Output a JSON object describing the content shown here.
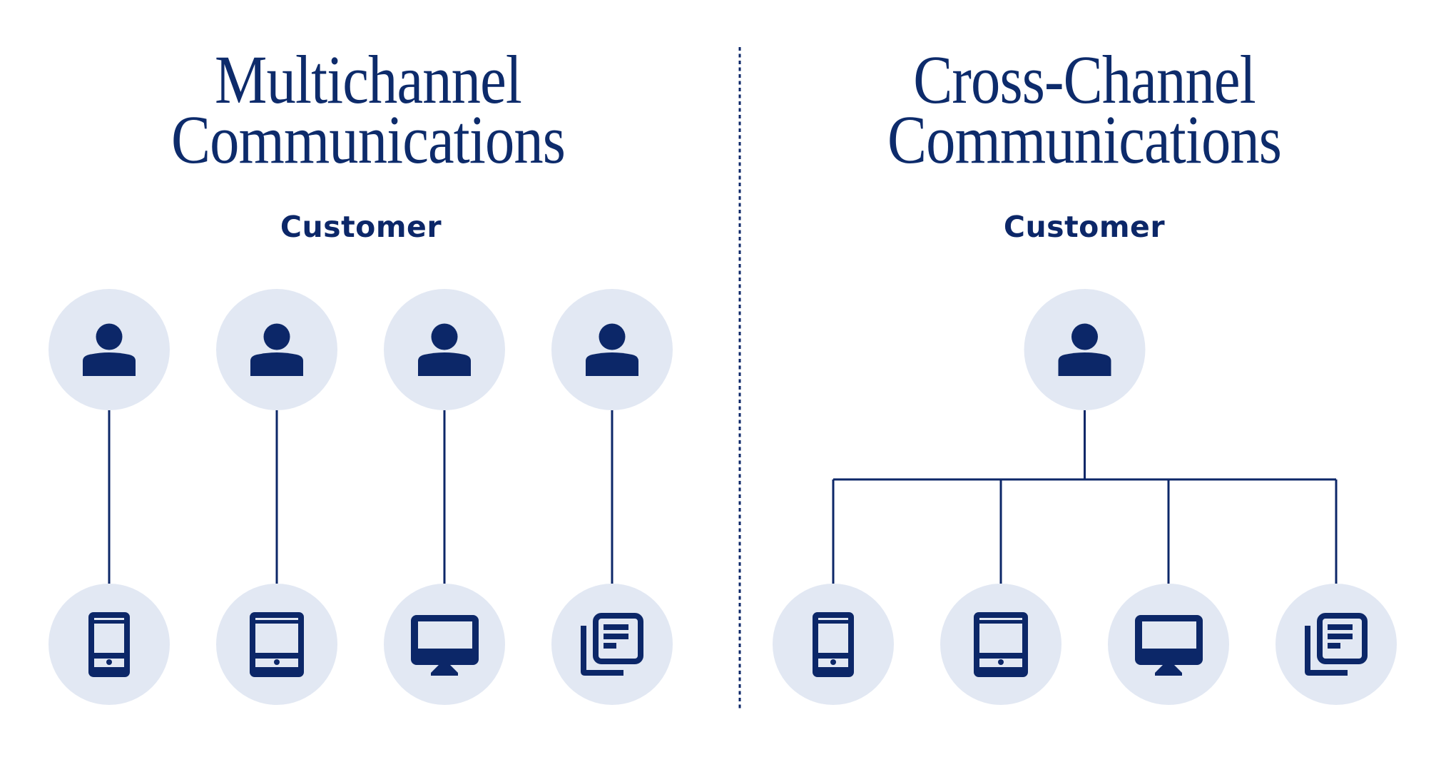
{
  "colors": {
    "navy": "#0c2768",
    "circle_fill": "#e2e8f3",
    "background": "#ffffff"
  },
  "panels": [
    {
      "id": "multichannel",
      "title_line1": "Multichannel",
      "title_line2": "Communications",
      "subtitle": "Customer",
      "layout": "one-to-one",
      "customer_icons": [
        "person-icon",
        "person-icon",
        "person-icon",
        "person-icon"
      ],
      "channel_icons": [
        "smartphone-icon",
        "tablet-icon",
        "desktop-monitor-icon",
        "documents-icon"
      ]
    },
    {
      "id": "cross-channel",
      "title_line1": "Cross-Channel",
      "title_line2": "Communications",
      "subtitle": "Customer",
      "layout": "one-to-many",
      "customer_icons": [
        "person-icon"
      ],
      "channel_icons": [
        "smartphone-icon",
        "tablet-icon",
        "desktop-monitor-icon",
        "documents-icon"
      ]
    }
  ]
}
